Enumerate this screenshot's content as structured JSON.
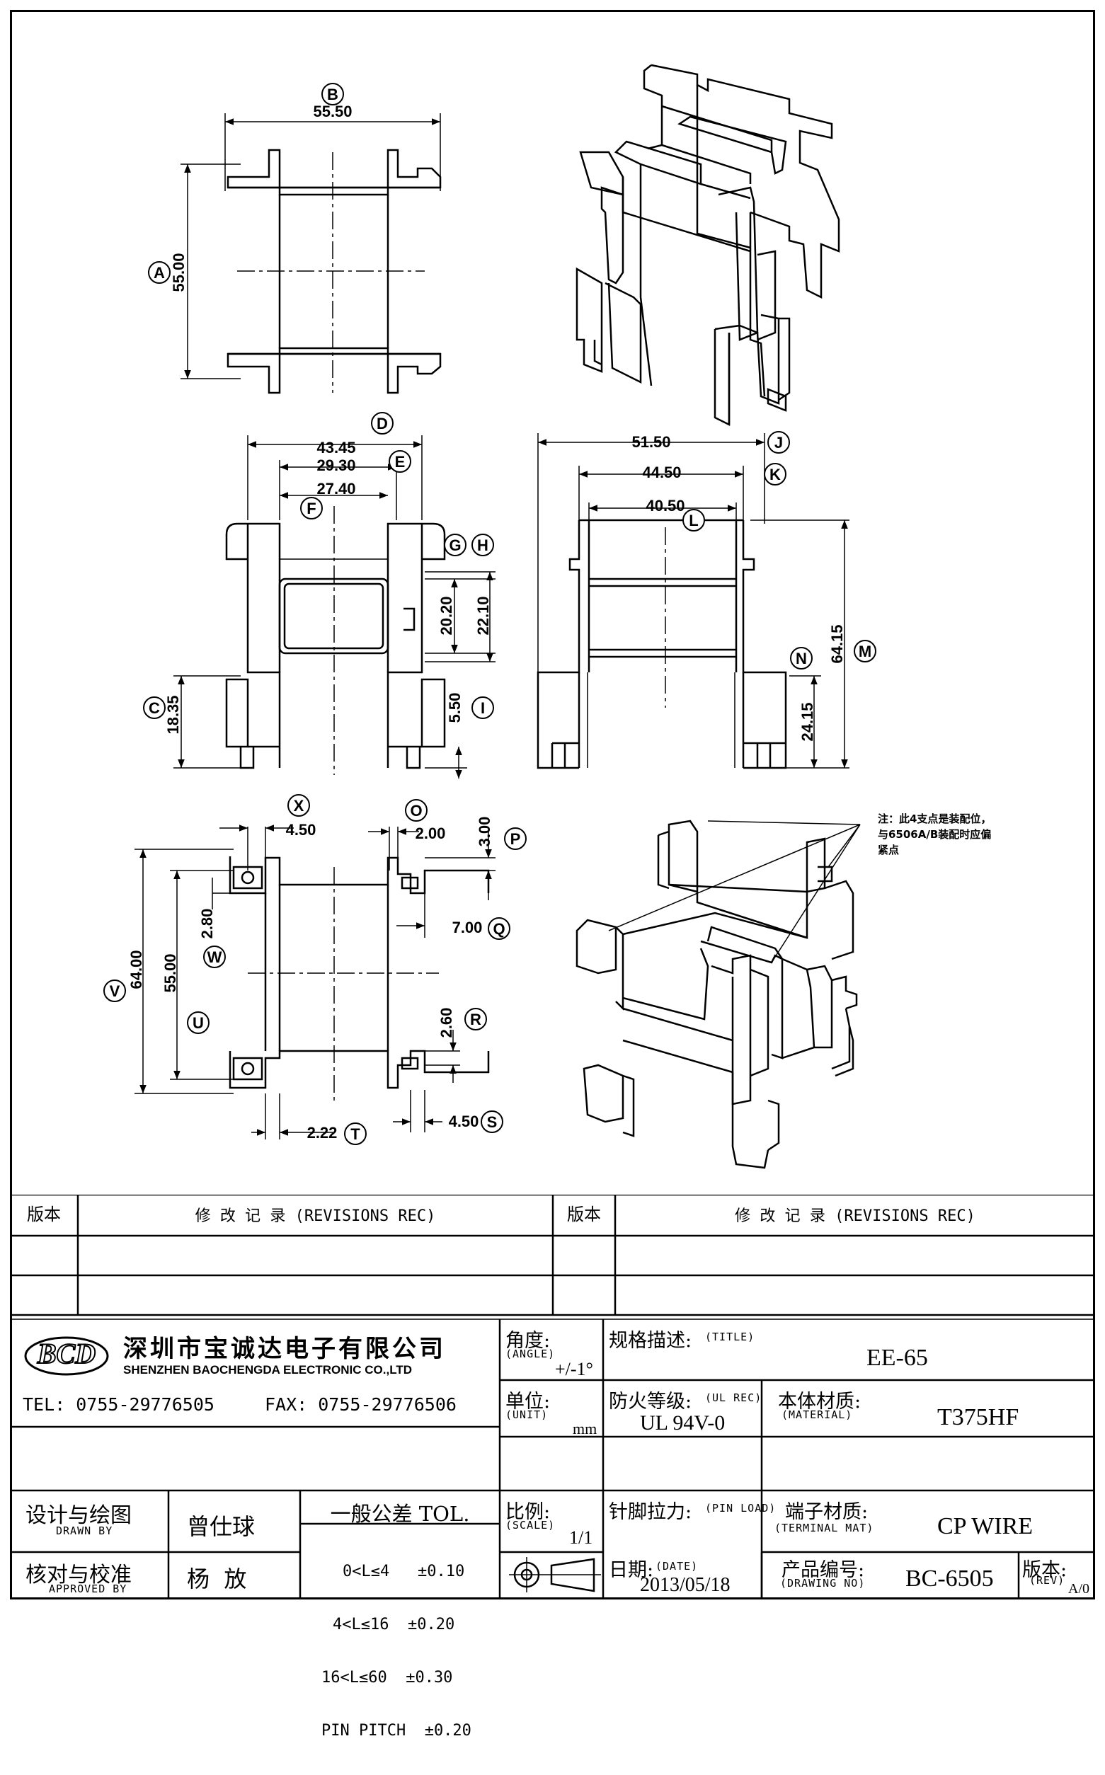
{
  "dimensions": {
    "B": "55.50",
    "A": "55.00",
    "D": "43.45",
    "E": "29.30",
    "F": "27.40",
    "G": "20.20",
    "H": "22.10",
    "C": "18.35",
    "I": "5.50",
    "J": "51.50",
    "K": "44.50",
    "L": "40.50",
    "M": "64.15",
    "N": "24.15",
    "X": "4.50",
    "O": "2.00",
    "P": "3.00",
    "Q": "7.00",
    "W": "2.80",
    "V": "64.00",
    "U": "55.00",
    "R": "2.60",
    "T": "2.22",
    "S": "4.50"
  },
  "labels": [
    "A",
    "B",
    "C",
    "D",
    "E",
    "F",
    "G",
    "H",
    "I",
    "J",
    "K",
    "L",
    "M",
    "N",
    "O",
    "P",
    "Q",
    "R",
    "S",
    "T",
    "U",
    "V",
    "W",
    "X"
  ],
  "note": {
    "line1": "注：此4支点是装配位，",
    "line2": "与6506A/B装配时应偏",
    "line3": "紧点"
  },
  "revisions": {
    "ver_label": "版本",
    "rec_label": "修  改  记  录  (REVISIONS REC)"
  },
  "company": {
    "logo": "BCD",
    "name_cn": "深圳市宝诚达电子有限公司",
    "name_en": "SHENZHEN BAOCHENGDA ELECTRONIC CO.,LTD",
    "tel": "TEL: 0755-29776505",
    "fax": "FAX: 0755-29776506"
  },
  "titleblock": {
    "angle_cn": "角度:",
    "angle_en": "(ANGLE)",
    "angle_val": "+/-1°",
    "title_cn": "规格描述:",
    "title_en": "(TITLE)",
    "title_val": "EE-65",
    "unit_cn": "单位:",
    "unit_en": "(UNIT)",
    "unit_val": "mm",
    "ul_cn": "防火等级:",
    "ul_en": "(UL REC)",
    "ul_val": "UL 94V-0",
    "mat_cn": "本体材质:",
    "mat_en": "(MATERIAL)",
    "mat_val": "T375HF",
    "design_cn": "设计与绘图",
    "design_en": "DRAWN BY",
    "design_val": "曾仕球",
    "check_cn": "核对与校准",
    "check_en": "APPROVED BY",
    "check_val": "杨  放",
    "tol_title": "一般公差 TOL.",
    "tol_rows": [
      "0<L≤4   ±0.10",
      "4<L≤16  ±0.20",
      "16<L≤60  ±0.30",
      "PIN PITCH  ±0.20"
    ],
    "scale_cn": "比例:",
    "scale_en": "(SCALE)",
    "scale_val": "1/1",
    "pin_cn": "针脚拉力:",
    "pin_en": "(PIN LOAD)",
    "term_cn": "端子材质:",
    "term_en": "(TERMINAL MAT)",
    "term_val": "CP WIRE",
    "date_cn": "日期:",
    "date_en": "(DATE)",
    "date_val": "2013/05/18",
    "dwg_cn": "产品编号:",
    "dwg_en": "(DRAWING NO)",
    "dwg_val": "BC-6505",
    "rev_cn": "版本:",
    "rev_en": "(REV)",
    "rev_val": "A/0"
  }
}
